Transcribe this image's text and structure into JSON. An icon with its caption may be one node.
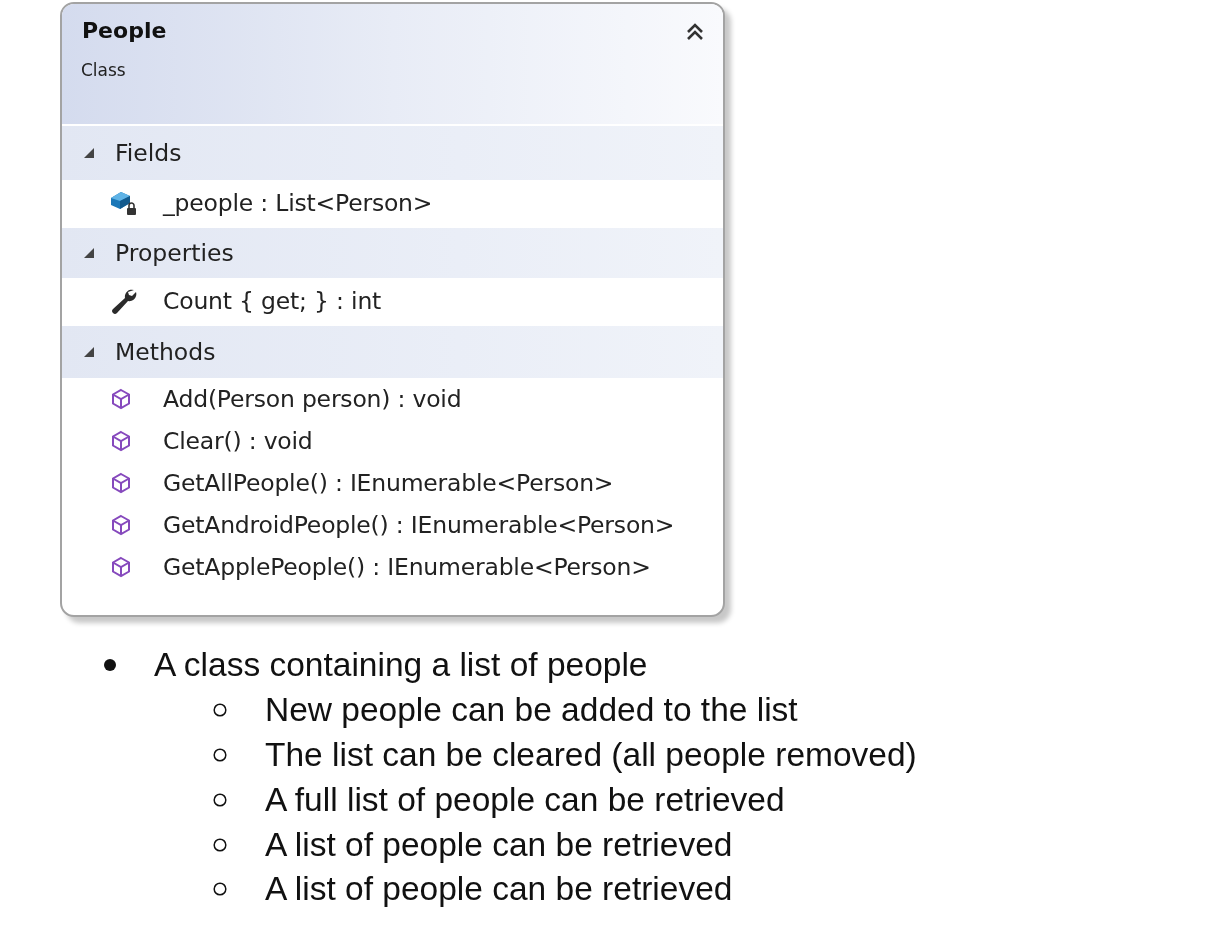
{
  "diagram": {
    "nodes": [
      {
        "text": [
          "People",
          "Class"
        ]
      },
      {
        "text": [
          "Fields",
          "_people : List<Person>"
        ],
        "in": 0
      },
      {
        "text": [
          "Properties",
          "Count { get; } : int"
        ],
        "in": 0
      },
      {
        "text": [
          "Methods",
          "Add(Person person) : void",
          "Clear() : void",
          "GetAllPeople() : IEnumerable<Person>",
          "GetAndroidPeople() : IEnumerable<Person>",
          "GetApplePeople() : IEnumerable<Person>"
        ],
        "in": 0
      }
    ],
    "labels": [
      "A class containing a list of people",
      "New people can be added to the list",
      "The list can be cleared (all people removed)",
      "A full list of people can be retrieved",
      "A list of people can be retrieved",
      "A list of people can be retrieved"
    ]
  }
}
